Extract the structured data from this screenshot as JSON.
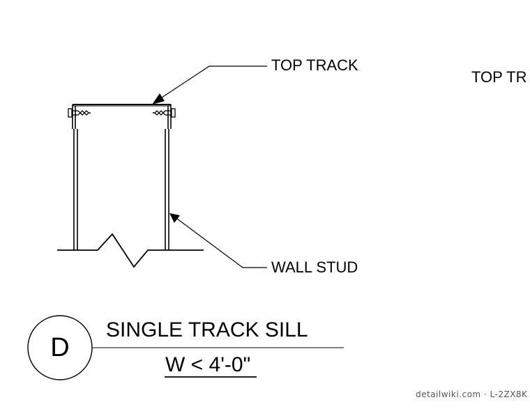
{
  "colors": {
    "ink": "#000000",
    "watermark": "#555555",
    "background": "#ffffff"
  },
  "labels": {
    "top_track": "TOP TRACK",
    "top_track_clipped": "TOP TR",
    "wall_stud": "WALL STUD"
  },
  "title_block": {
    "detail_letter": "D",
    "title": "SINGLE TRACK SILL",
    "subtitle": "W < 4'-0\""
  },
  "watermark": "detailwiki.com · L-2ZX8K"
}
